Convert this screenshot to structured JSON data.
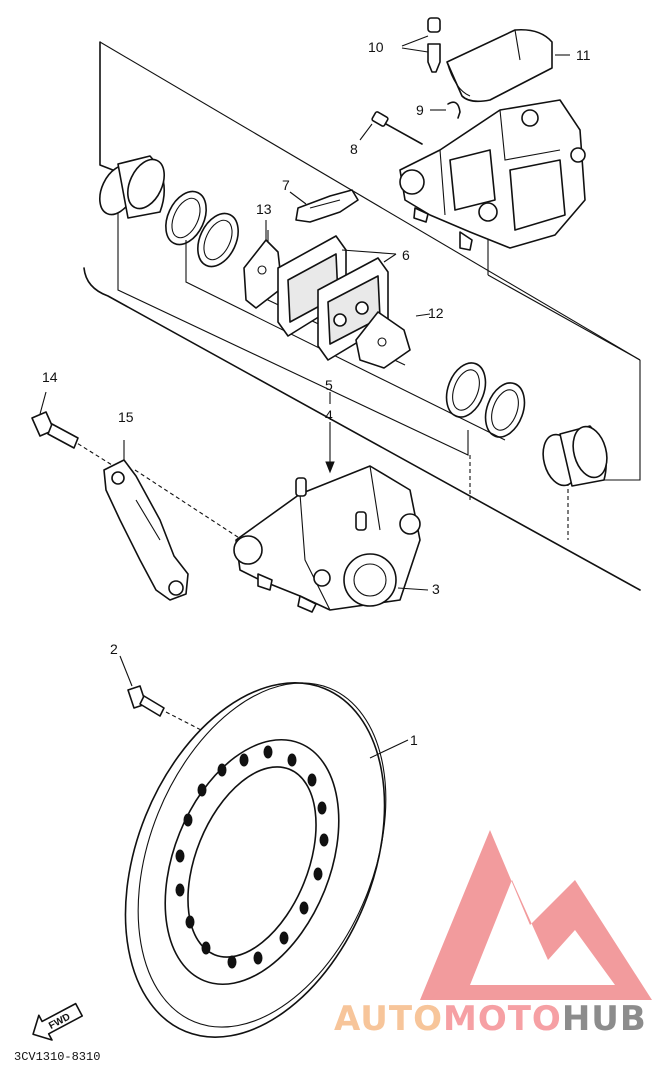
{
  "diagram": {
    "code": "3CV1310-8310",
    "fwd_label": "FWD",
    "callouts": {
      "c1": "1",
      "c2": "2",
      "c3": "3",
      "c4": "4",
      "c5": "5",
      "c6": "6",
      "c7": "7",
      "c8": "8",
      "c9": "9",
      "c10": "10",
      "c11": "11",
      "c12": "12",
      "c13": "13",
      "c14": "14",
      "c15": "15"
    }
  },
  "watermark": {
    "part1": "AUTO",
    "part2": "MOTO",
    "part3": "HUB",
    "color_light": "#f7c59a",
    "color_pink": "#f6a0a4",
    "color_gray": "#8c8c8c",
    "logo_color": "#f08a8c"
  }
}
